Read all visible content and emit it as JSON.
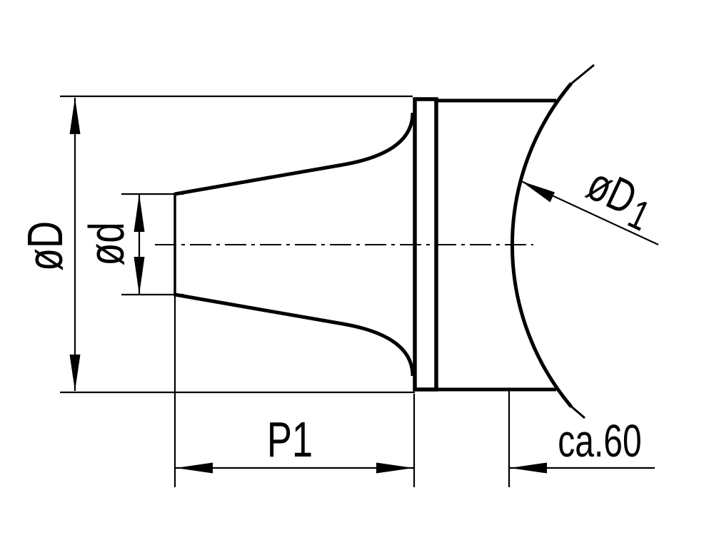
{
  "drawing": {
    "background_color": "#ffffff",
    "line_color": "#000000",
    "view": "side-section of tapered pin with flange and ball seat",
    "dimensions": {
      "outer_diameter": {
        "label": "øD"
      },
      "small_end_diameter": {
        "label": "ød"
      },
      "ball_diameter": {
        "label_main": "øD",
        "label_sub": "1"
      },
      "taper_length": {
        "label": "P1"
      },
      "ball_center_distance": {
        "label": "ca.60"
      }
    }
  }
}
